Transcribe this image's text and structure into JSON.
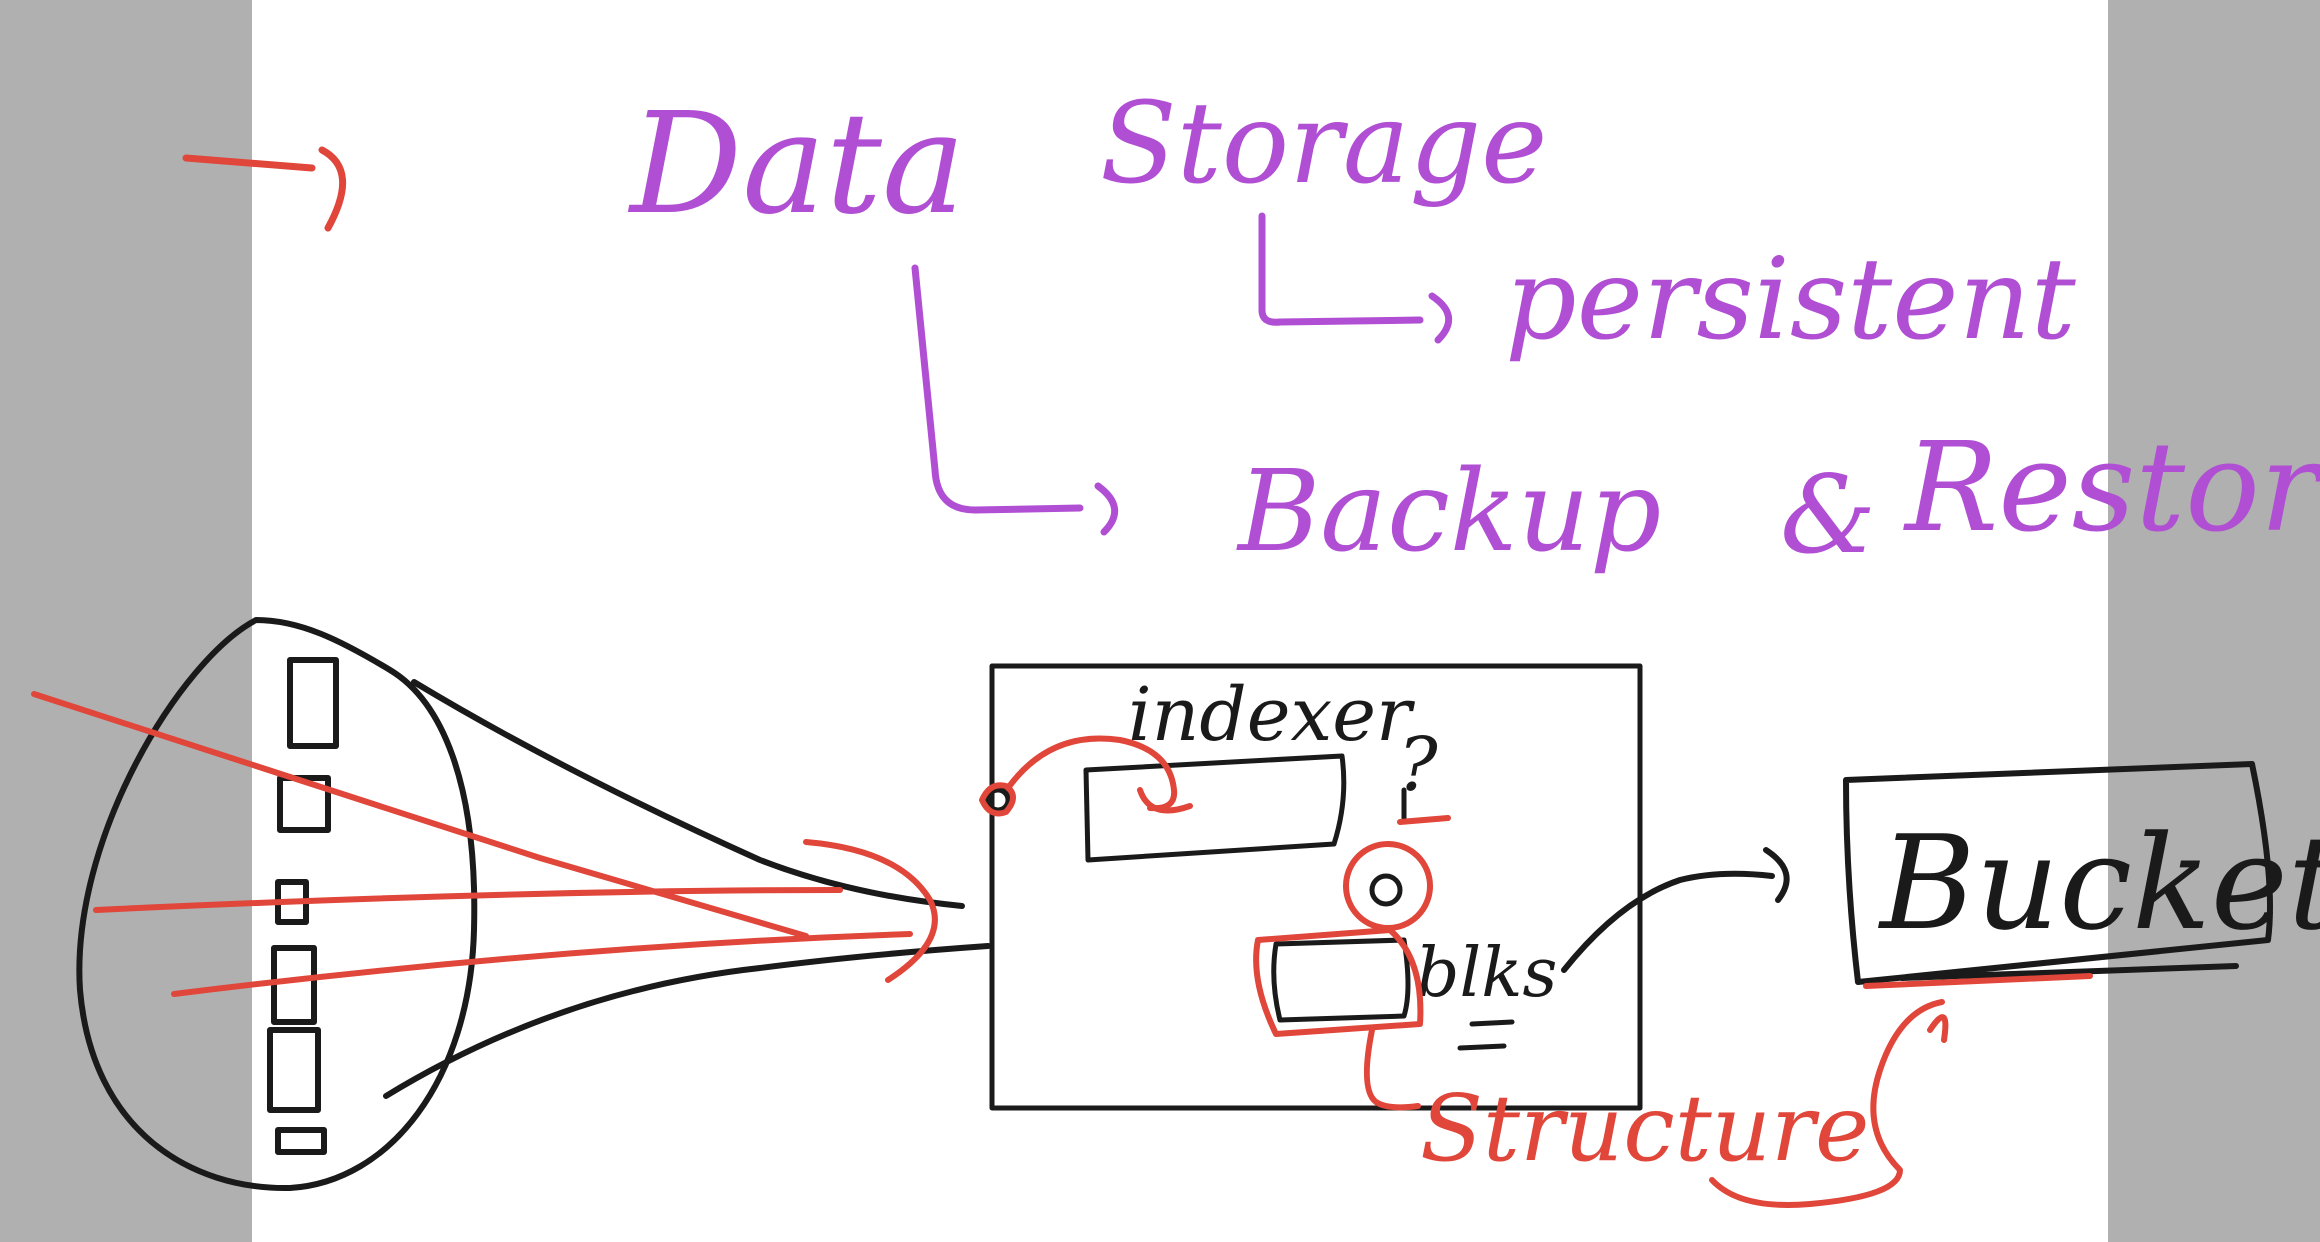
{
  "colors": {
    "background": "#b0b0b0",
    "page": "#ffffff",
    "ink_purple": "#b04fd4",
    "ink_red": "#e0463a",
    "ink_black": "#1a1a1a"
  },
  "labels": {
    "data": "Data",
    "storage": "Storage",
    "persistent": "persistent",
    "backup": "Backup",
    "ampersand": "&",
    "restore": "Restore",
    "indexer": "indexer",
    "question": "?",
    "blks": "blks",
    "bucket": "Bucket",
    "structure": "Structure"
  }
}
